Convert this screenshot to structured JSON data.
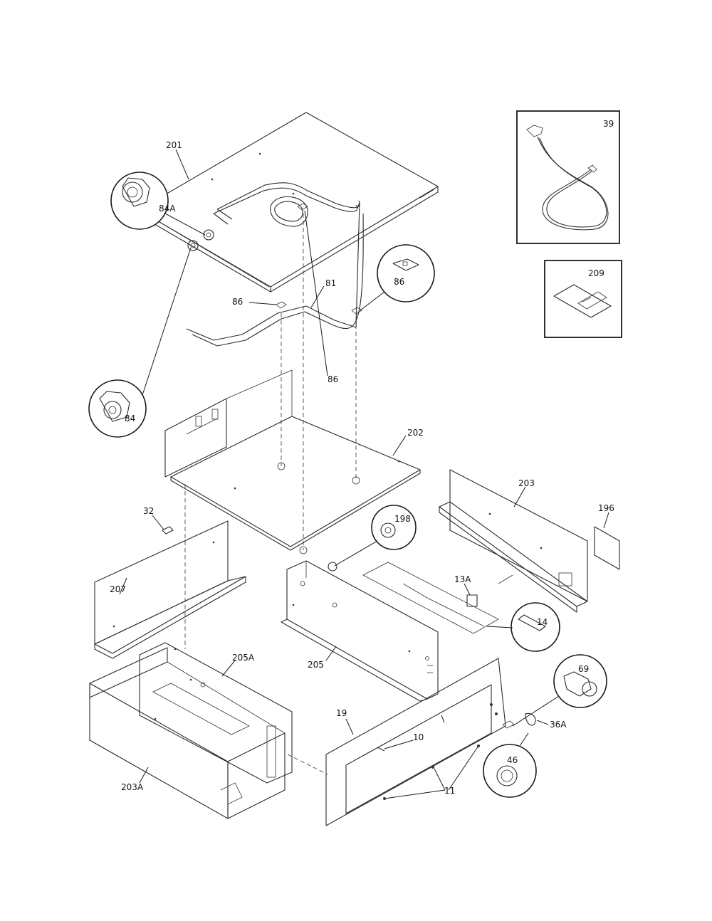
{
  "diagram": {
    "labels": {
      "top_panel": "201",
      "power_cord": "39",
      "manual_kit": "209",
      "element_wire": "81",
      "clip_a": "86",
      "clip_b": "86",
      "clip_c": "86",
      "thermostat_84a": "84A",
      "thermostat_84": "84",
      "drawer_body": "202",
      "back_panel": "203",
      "cover_196": "196",
      "screw_32": "32",
      "side_panel": "207",
      "grommet_198": "198",
      "switch_13a": "13A",
      "light_14": "14",
      "bracket_205a": "205A",
      "frame_205": "205",
      "knob_shaft_69": "69",
      "front_panel": "19",
      "screw_10": "10",
      "clip_36a": "36A",
      "knob_46": "46",
      "screws_11": "11",
      "outer_wrapper": "203A"
    }
  }
}
